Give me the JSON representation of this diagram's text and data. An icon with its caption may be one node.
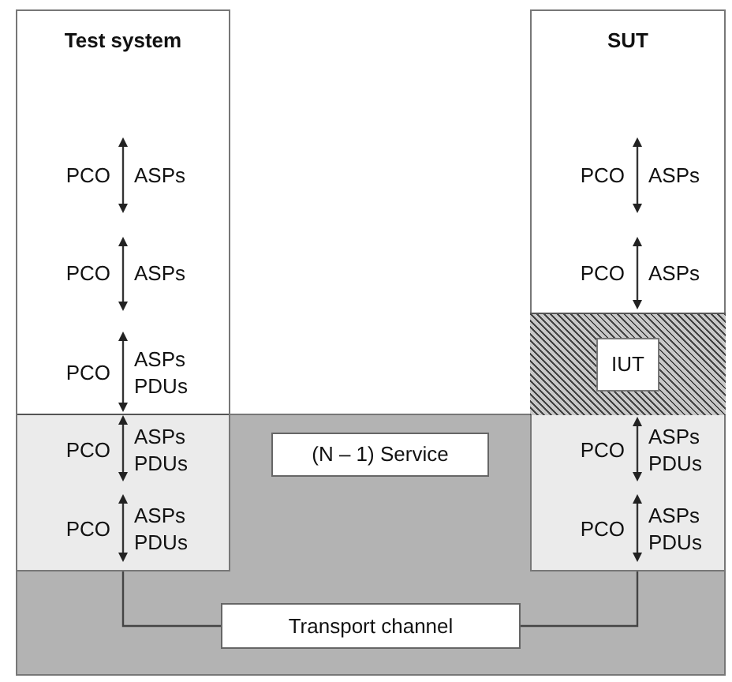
{
  "diagram": {
    "nodes": [
      {
        "text": [
          "Test system"
        ]
      },
      {
        "text": [
          "SUT"
        ]
      },
      {
        "text": [
          "IUT"
        ],
        "in": 1
      },
      {
        "text": [
          "(N – 1) Service"
        ]
      },
      {
        "text": [
          "Transport channel"
        ]
      }
    ],
    "edges": [
      {
        "from": 0,
        "to": 4,
        "arrow": "none"
      },
      {
        "from": 1,
        "to": 4,
        "arrow": "none"
      }
    ],
    "labels": [
      "PCO",
      "ASPs",
      "PCO",
      "ASPs",
      "PCO",
      "ASPs",
      "PCO",
      "ASPs",
      "PCO",
      "ASPs PDUs",
      "PCO",
      "ASPs PDUs",
      "PCO",
      "ASPs PDUs",
      "PCO",
      "ASPs PDUs",
      "PCO",
      "ASPs PDUs"
    ]
  }
}
